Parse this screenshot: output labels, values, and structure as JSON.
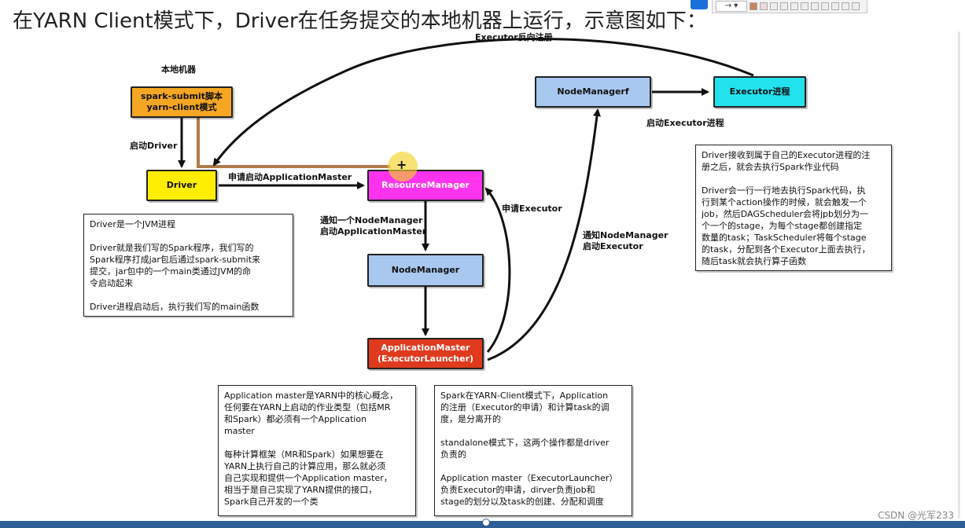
{
  "heading": "在YARN Client模式下，Driver在任务提交的本地机器上运行，示意图如下：",
  "toolbar": {
    "arrow_label": "→ ▾"
  },
  "nodes": {
    "local_label": "本地机器",
    "spark_submit": "spark-submit脚本\nyarn-client模式",
    "driver": "Driver",
    "resource_manager": "ResourceManager",
    "node_manager": "NodeManager",
    "application_master": "ApplicationMaster\n(ExecutorLauncher)",
    "node_manager_f": "NodeManagerf",
    "executor": "Executor进程"
  },
  "colors": {
    "orange": "#f5a623",
    "yellow": "#ffee00",
    "magenta": "#ff33ee",
    "blue": "#a9c8f0",
    "red": "#e03a1e",
    "cyan": "#22e2ee",
    "brown_line": "#b07a4a"
  },
  "edge_labels": {
    "start_driver": "启动Driver",
    "request_am": "申请启动ApplicationMaster",
    "notify_nm_am": "通知一个NodeManager\n启动ApplicationMaster",
    "request_executor": "申请Executor",
    "notify_nm_executor": "通知NodeManager\n启动Executor",
    "start_executor": "启动Executor进程",
    "executor_register": "Executor反向注册"
  },
  "notes": {
    "driver_note": [
      "Driver是一个JVM进程",
      "Driver就是我们写的Spark程序，我们写的\nSpark程序打成jar包后通过spark-submit来\n提交，jar包中的一个main类通过JVM的命\n令启动起来",
      "Driver进程启动后，执行我们写的main函数"
    ],
    "executor_note": [
      "Driver接收到属于自己的Executor进程的注\n册之后，就会去执行Spark作业代码",
      "Driver会一行一行地去执行Spark代码，执\n行到某个action操作的时候，就会触发一个\njob，然后DAGScheduler会将jpb划分为一\n个一个的stage，为每个stage都创建指定\n数量的task；TaskScheduler将每个stage\n的task，分配到各个Executor上面去执行，\n随后task就会执行算子函数"
    ],
    "am_note": [
      "Application master是YARN中的核心概念，\n任何要在YARN上启动的作业类型（包括MR\n和Spark）都必须有一个Application\nmaster",
      "每种计算框架（MR和Spark）如果想要在\nYARN上执行自己的计算应用，那么就必须\n自己实现和提供一个Application master，\n相当于是自己实现了YARN提供的接口，\nSpark自己开发的一个类"
    ],
    "client_note": [
      "Spark在YARN-Client模式下，Application\n的注册（Executor的申请）和计算task的调\n度，是分离开的",
      "standalone模式下，这两个操作都是driver\n负责的",
      "Application master（ExecutorLauncher）\n负责Executor的申请，dirver负责job和\nstage的划分以及task的创建、分配和调度"
    ]
  },
  "watermark": "CSDN @光军233"
}
